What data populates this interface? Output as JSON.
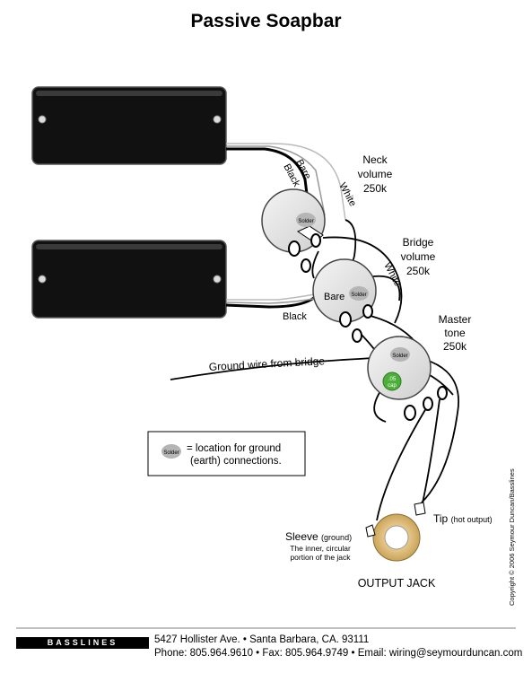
{
  "title": "Passive Soapbar",
  "labels": {
    "neck_volume": [
      "Neck",
      "volume",
      "250k"
    ],
    "bridge_volume": [
      "Bridge",
      "volume",
      "250k"
    ],
    "master_tone": [
      "Master",
      "tone",
      "250k"
    ],
    "wire_bare_1": "Bare",
    "wire_black_1": "Black",
    "wire_white_1": "White",
    "wire_bare_2": "Bare",
    "wire_black_2": "Black",
    "wire_white_2": "White",
    "ground_wire": "Ground wire from bridge",
    "solder": "Solder",
    "cap_line1": ".05",
    "cap_line2": "cap",
    "legend_solder": "Solder",
    "legend_text": [
      "= location for ground",
      "(earth) connections."
    ],
    "sleeve": "Sleeve",
    "sleeve_ground": "(ground)",
    "sleeve_desc": [
      "The inner, circular",
      "portion of the jack"
    ],
    "tip": "Tip",
    "tip_hot": "(hot output)",
    "output_jack": "OUTPUT JACK"
  },
  "footer": {
    "logo": "BASSLINES",
    "address": "5427 Hollister Ave.  •  Santa Barbara, CA. 93111",
    "contact": "Phone: 805.964.9610  •  Fax: 805.964.9749  •  Email: wiring@seymourduncan.com",
    "copyright": "Copyright © 2006 Seymour Duncan/Basslines"
  },
  "colors": {
    "pickup": "#111111",
    "pot": "#e6e6e6",
    "solder": "#b5b5b5",
    "cap": "#4caf3a"
  }
}
